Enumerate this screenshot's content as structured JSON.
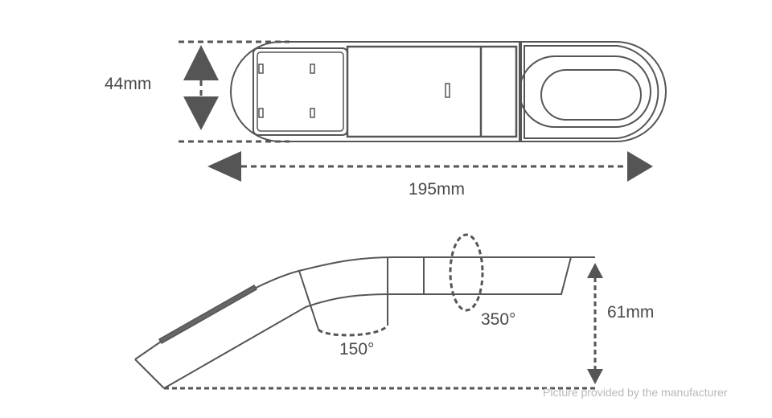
{
  "dimensions": {
    "width_label": "44mm",
    "length_label": "195mm",
    "height_label": "61mm",
    "bend_angle_label": "150°",
    "rotation_angle_label": "350°"
  },
  "caption": "Picture provided by the manufacturer",
  "colors": {
    "line": "#4a4a4a",
    "caption": "#b8b8b8"
  }
}
